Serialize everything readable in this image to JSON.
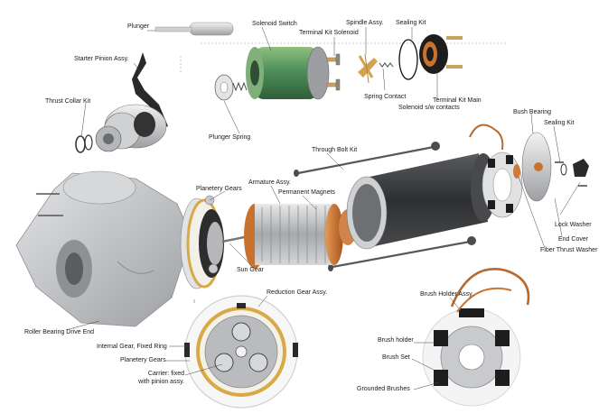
{
  "diagram": {
    "labels": {
      "plunger": "Plunger",
      "solenoid_switch": "Solenoid Switch",
      "spindle_assy": "Spindle Assy.",
      "terminal_kit_solenoid": "Terminal Kit Solenoid",
      "sealing_kit_top": "Sealing Kit",
      "starter_pinion_assy": "Starter Pinion Assy.",
      "thrust_collar_kit": "Thrust Collar Kit",
      "spring_contact": "Spring Contact",
      "terminal_kit_main": "Terminal Kit Main",
      "solenoid_contacts": "Solenoid s/w contacts",
      "plunger_spring": "Plunger Spring",
      "bush_bearing": "Bush Bearing",
      "sealing_kit_right": "Sealing Kit",
      "through_bolt_kit": "Through Bolt Kit",
      "armature_assy": "Armature Assy.",
      "planetary_gears_top": "Planetery Gears",
      "permanent_magnets": "Permanent Magnets",
      "lock_washer": "Lock Washer",
      "end_cover": "End Cover",
      "fiber_thrust_washer": "Fiber Thrust Washer",
      "sun_gear": "Sun Gear",
      "reduction_gear_assy": "Reduction Gear Assy.",
      "brush_holder_assy": "Brush Holder Assy.",
      "roller_bearing_drive_end": "Roller Bearing Drive End",
      "brush_holder": "Brush holder",
      "internal_gear": "Internal Gear, Fixed Ring",
      "brush_set": "Brush Set",
      "planetary_gears_bottom": "Planetery Gears",
      "carrier_line1": "Carrier: fixed",
      "carrier_line2": "with pinion assy.",
      "grounded_brushes": "Grounded Brushes"
    },
    "colors": {
      "housing": "#b9babc",
      "motor_yoke": "#3a3b3d",
      "solenoid_green": "#4f8f5a",
      "copper": "#c8722e",
      "gold_ring": "#d9a948",
      "rubber": "#1d1d1d"
    }
  }
}
